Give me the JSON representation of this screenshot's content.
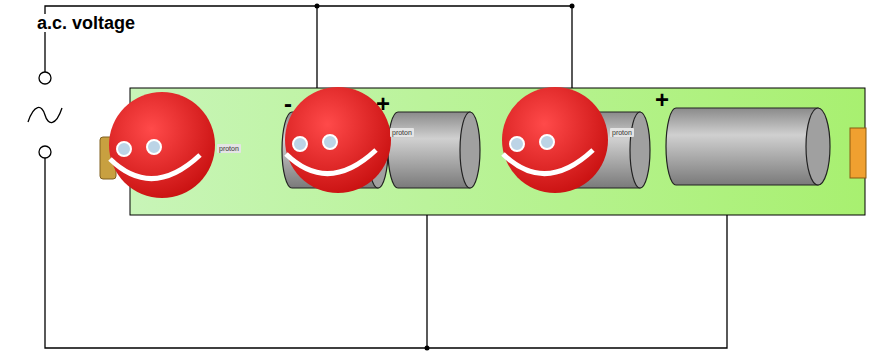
{
  "diagram": {
    "labels": [
      "a.c. voltage",
      "-",
      "+",
      "+",
      "proton",
      "proton",
      "proton"
    ]
  }
}
